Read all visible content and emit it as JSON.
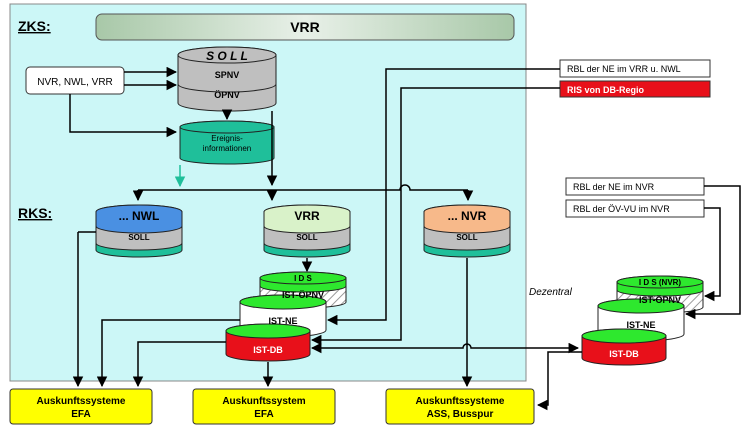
{
  "zks_label": "ZKS:",
  "rks_label": "RKS:",
  "vrr_banner": "VRR",
  "sources": {
    "nvr_nwl_vrr": "NVR, NWL, VRR",
    "rbl_ne_vrr_nwl": "RBL der NE im VRR u. NWL",
    "ris_db_regio": "RIS von DB-Regio",
    "rbl_ne_nvr": "RBL der NE im NVR",
    "rbl_oev_vu_nvr": "RBL der ÖV-VU  im NVR"
  },
  "soll_db": {
    "title": "S O L L",
    "row1": "SPNV",
    "row2": "ÖPNV"
  },
  "ereignis": {
    "line1": "Ereignis-",
    "line2": "informationen"
  },
  "regional_dbs": [
    {
      "title": "... NWL",
      "sub": "SOLL",
      "color": "#4a90e2"
    },
    {
      "title": "VRR",
      "sub": "SOLL",
      "color": "#d9f2c9"
    },
    {
      "title": "... NVR",
      "sub": "SOLL",
      "color": "#f7b98a"
    }
  ],
  "stack_left": {
    "ids": "I D S",
    "ist_oepnv": "IST-ÖPNV",
    "ist_ne": "IST-NE",
    "ist_db": "IST-DB"
  },
  "stack_right": {
    "ids": "I D S  (NVR)",
    "ist_oepnv": "IST-ÖPNV",
    "ist_ne": "IST-NE",
    "ist_db": "IST-DB"
  },
  "dezentral": "Dezentral",
  "outputs": [
    {
      "line1": "Auskunftssysteme",
      "line2": "EFA"
    },
    {
      "line1": "Auskunftssystem",
      "line2": "EFA"
    },
    {
      "line1": "Auskunftssysteme",
      "line2": "ASS, Busspur"
    }
  ],
  "colors": {
    "panel": "#ccf7f7",
    "soll_grey": "#bfbfbf",
    "teal": "#1fbf9a",
    "ids_green": "#2ee82e",
    "ist_db_red": "#e8101a",
    "ris_red": "#e8101a",
    "output_yellow": "#ffff00"
  }
}
